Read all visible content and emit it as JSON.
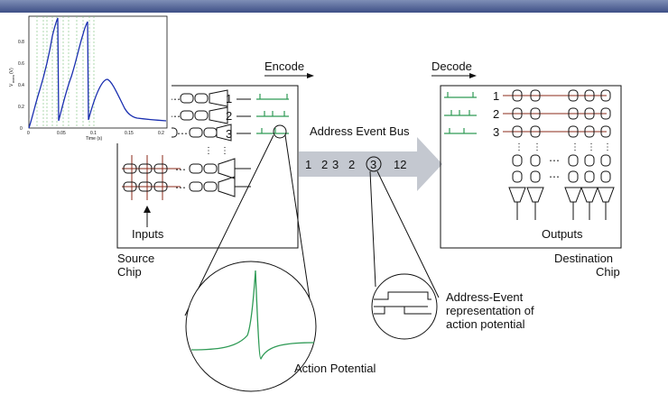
{
  "labels": {
    "encode": "Encode",
    "decode": "Decode",
    "bus": "Address Event Bus",
    "inputs": "Inputs",
    "outputs": "Outputs",
    "source_line1": "Source",
    "source_line2": "Chip",
    "dest_line1": "Destination",
    "dest_line2": "Chip",
    "action_potential": "Action Potential",
    "ae_line1": "Address-Event",
    "ae_line2": "representation of",
    "ae_line3": "action potential"
  },
  "bus_sequence": [
    "1",
    "2",
    "3",
    "2",
    "3",
    "12"
  ],
  "encoder_rows": [
    "1",
    "2",
    "3"
  ],
  "decoder_rows": [
    "1",
    "2",
    "3"
  ],
  "inset_plot": {
    "ylabel": "V",
    "ylabel_sub": "mem",
    "ylabel_unit": "(V)",
    "xlabel": "Time (s)",
    "x_ticks": [
      "0",
      "0.05",
      "0.1",
      "0.15",
      "0.2"
    ],
    "y_ticks": [
      "0",
      "0.2",
      "0.4",
      "0.6",
      "0.8"
    ]
  },
  "colors": {
    "green": "#2e9a55",
    "blue": "#1a2fb0",
    "brown": "#8b2a1a",
    "arrow": "#c4c8d0",
    "header": "#4a5a90"
  }
}
